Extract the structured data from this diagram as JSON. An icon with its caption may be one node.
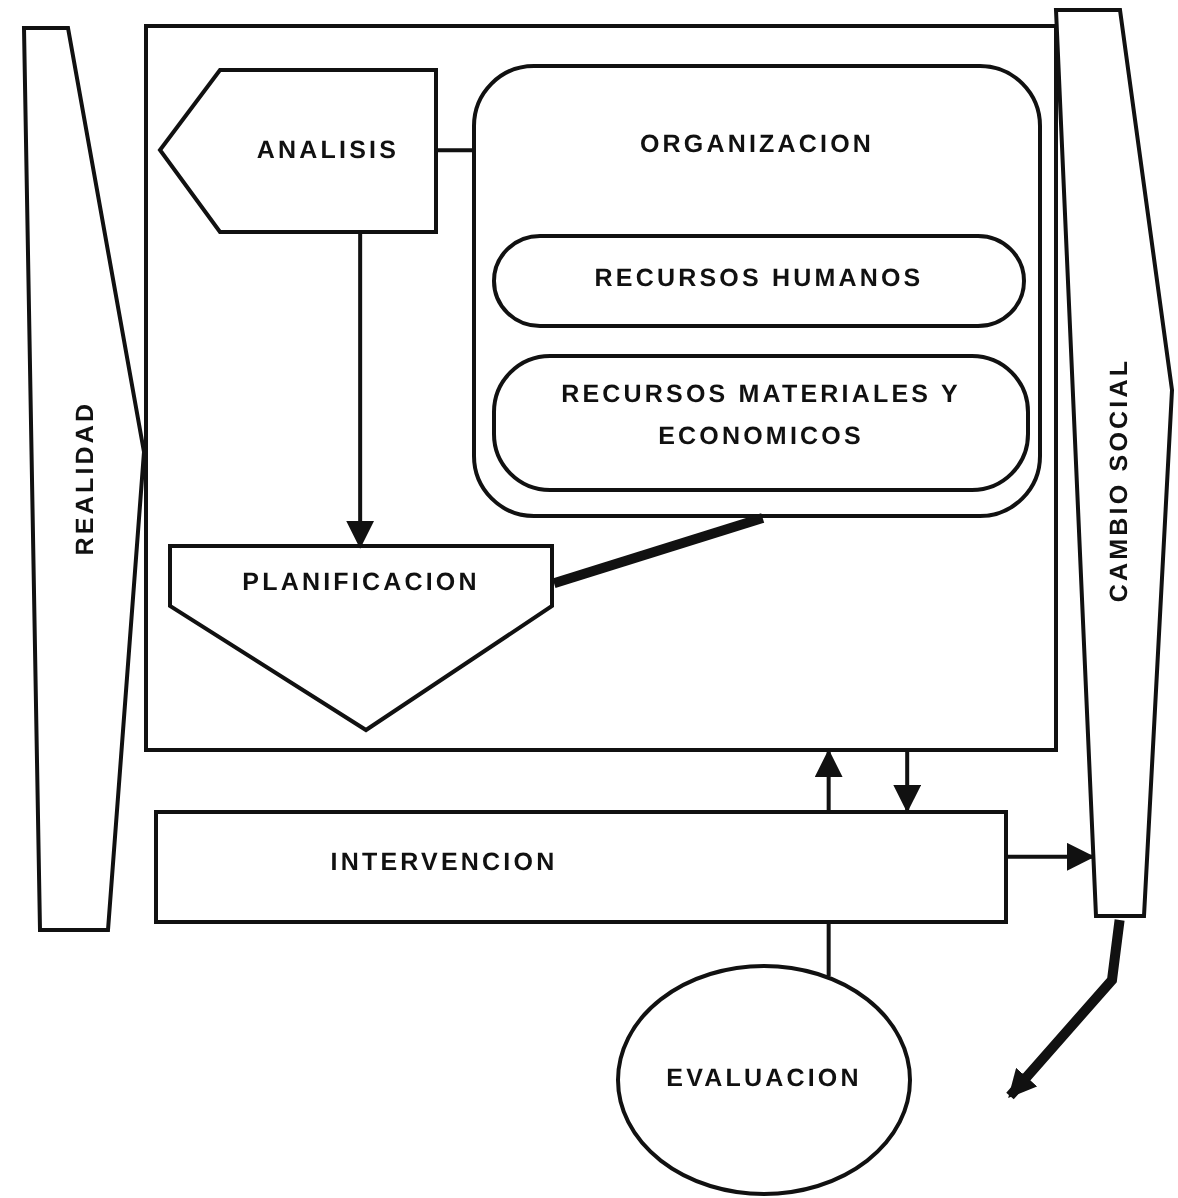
{
  "diagram": {
    "nodes": [
      {
        "text": [
          "REALIDAD"
        ]
      },
      {
        "text": [],
        "shape": "box"
      },
      {
        "text": [
          "ANALISIS"
        ],
        "in": 1
      },
      {
        "text": [
          "ORGANIZACION"
        ],
        "in": 1
      },
      {
        "text": [
          "RECURSOS HUMANOS"
        ],
        "in": 3
      },
      {
        "text": [
          "RECURSOS MATERIALES Y ECONOMICOS"
        ],
        "in": 3
      },
      {
        "text": [
          "PLANIFICACION"
        ],
        "in": 1
      },
      {
        "text": [
          "CAMBIO SOCIAL"
        ]
      },
      {
        "text": [
          "INTERVENCION"
        ]
      },
      {
        "text": [
          "EVALUACION"
        ]
      }
    ],
    "edges": [
      {
        "from": 2,
        "to": 3,
        "arrow": "none"
      },
      {
        "from": 2,
        "to": 6,
        "arrow": "to"
      },
      {
        "from": 6,
        "to": 3,
        "arrow": "none",
        "style": "thick"
      },
      {
        "from": 8,
        "to": 1,
        "arrow": "to"
      },
      {
        "from": 1,
        "to": 8,
        "arrow": "to"
      },
      {
        "from": 8,
        "to": 7,
        "arrow": "to"
      },
      {
        "from": 8,
        "to": 9,
        "arrow": "none"
      },
      {
        "from": 7,
        "to": null,
        "arrow": "to",
        "style": "thick"
      }
    ]
  }
}
